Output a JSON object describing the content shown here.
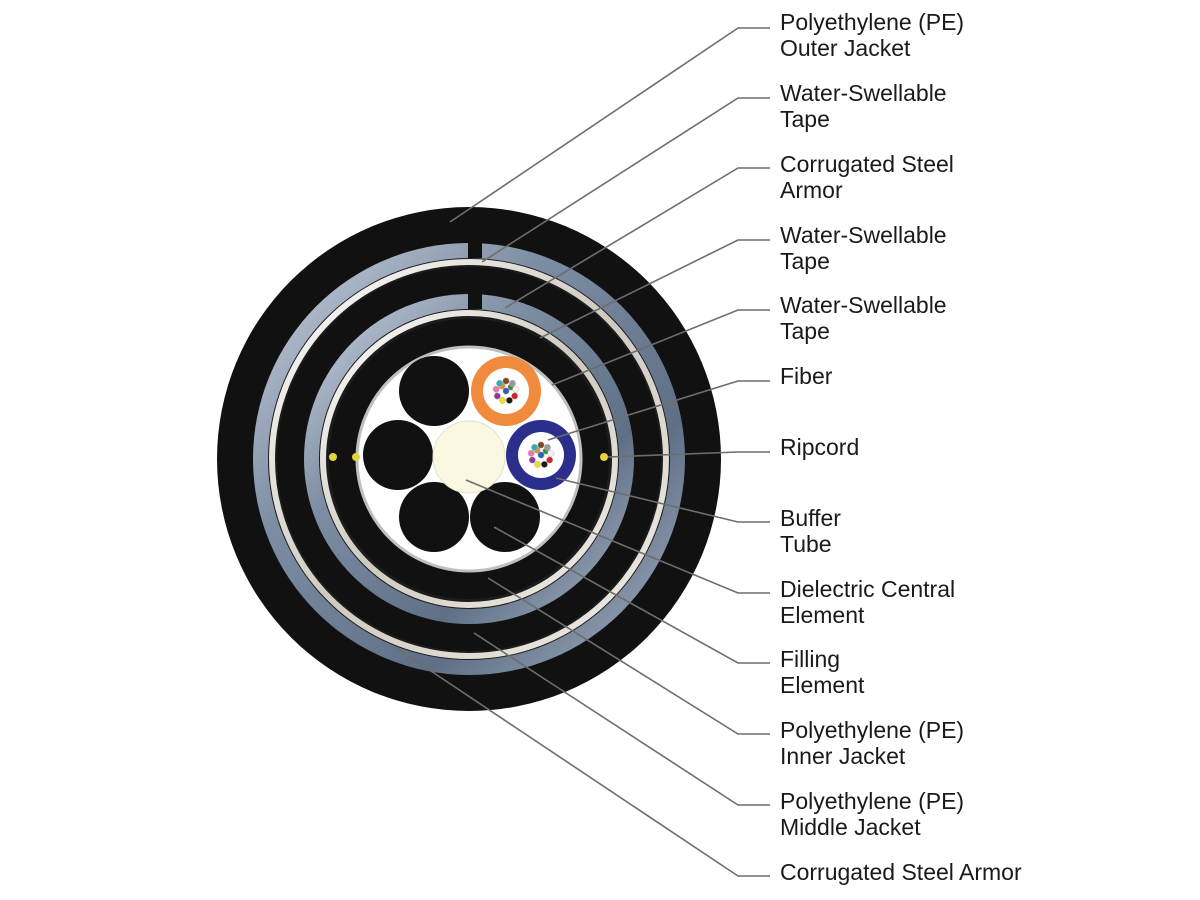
{
  "labels": {
    "outer_jacket": [
      "Polyethylene (PE)",
      "Outer Jacket"
    ],
    "tape_1": [
      "Water-Swellable",
      "Tape"
    ],
    "steel_armor_1": [
      "Corrugated Steel",
      "Armor"
    ],
    "tape_2": [
      "Water-Swellable",
      "Tape"
    ],
    "tape_3": [
      "Water-Swellable",
      "Tape"
    ],
    "fiber": [
      "Fiber"
    ],
    "ripcord": [
      "Ripcord"
    ],
    "buffer_tube": [
      "Buffer",
      "Tube"
    ],
    "central_element": [
      "Dielectric Central",
      "Element"
    ],
    "filling_element": [
      "Filling",
      "Element"
    ],
    "inner_jacket": [
      "Polyethylene (PE)",
      "Inner Jacket"
    ],
    "middle_jacket": [
      "Polyethylene (PE)",
      "Middle Jacket"
    ],
    "steel_armor_2": [
      "Corrugated Steel Armor"
    ]
  },
  "colors": {
    "jacket": "#111111",
    "tape": "#7f8ea3",
    "steel": "#d8d2c8",
    "central_element": "#fbf8e2",
    "buffer_tube_orange": "#f08a3c",
    "buffer_tube_blue": "#2c2e8c",
    "ripcord": "#e6d23a",
    "leader_line": "#6d6d6d"
  },
  "fiber_colors": [
    "#2f5fb0",
    "#e8892e",
    "#3a8a3a",
    "#7a4a2a",
    "#9a9a9a",
    "#f2f2f2",
    "#d62424",
    "#1a1a1a",
    "#f0dc2a",
    "#8a3aa0",
    "#e87aa8",
    "#2ab0b0"
  ]
}
